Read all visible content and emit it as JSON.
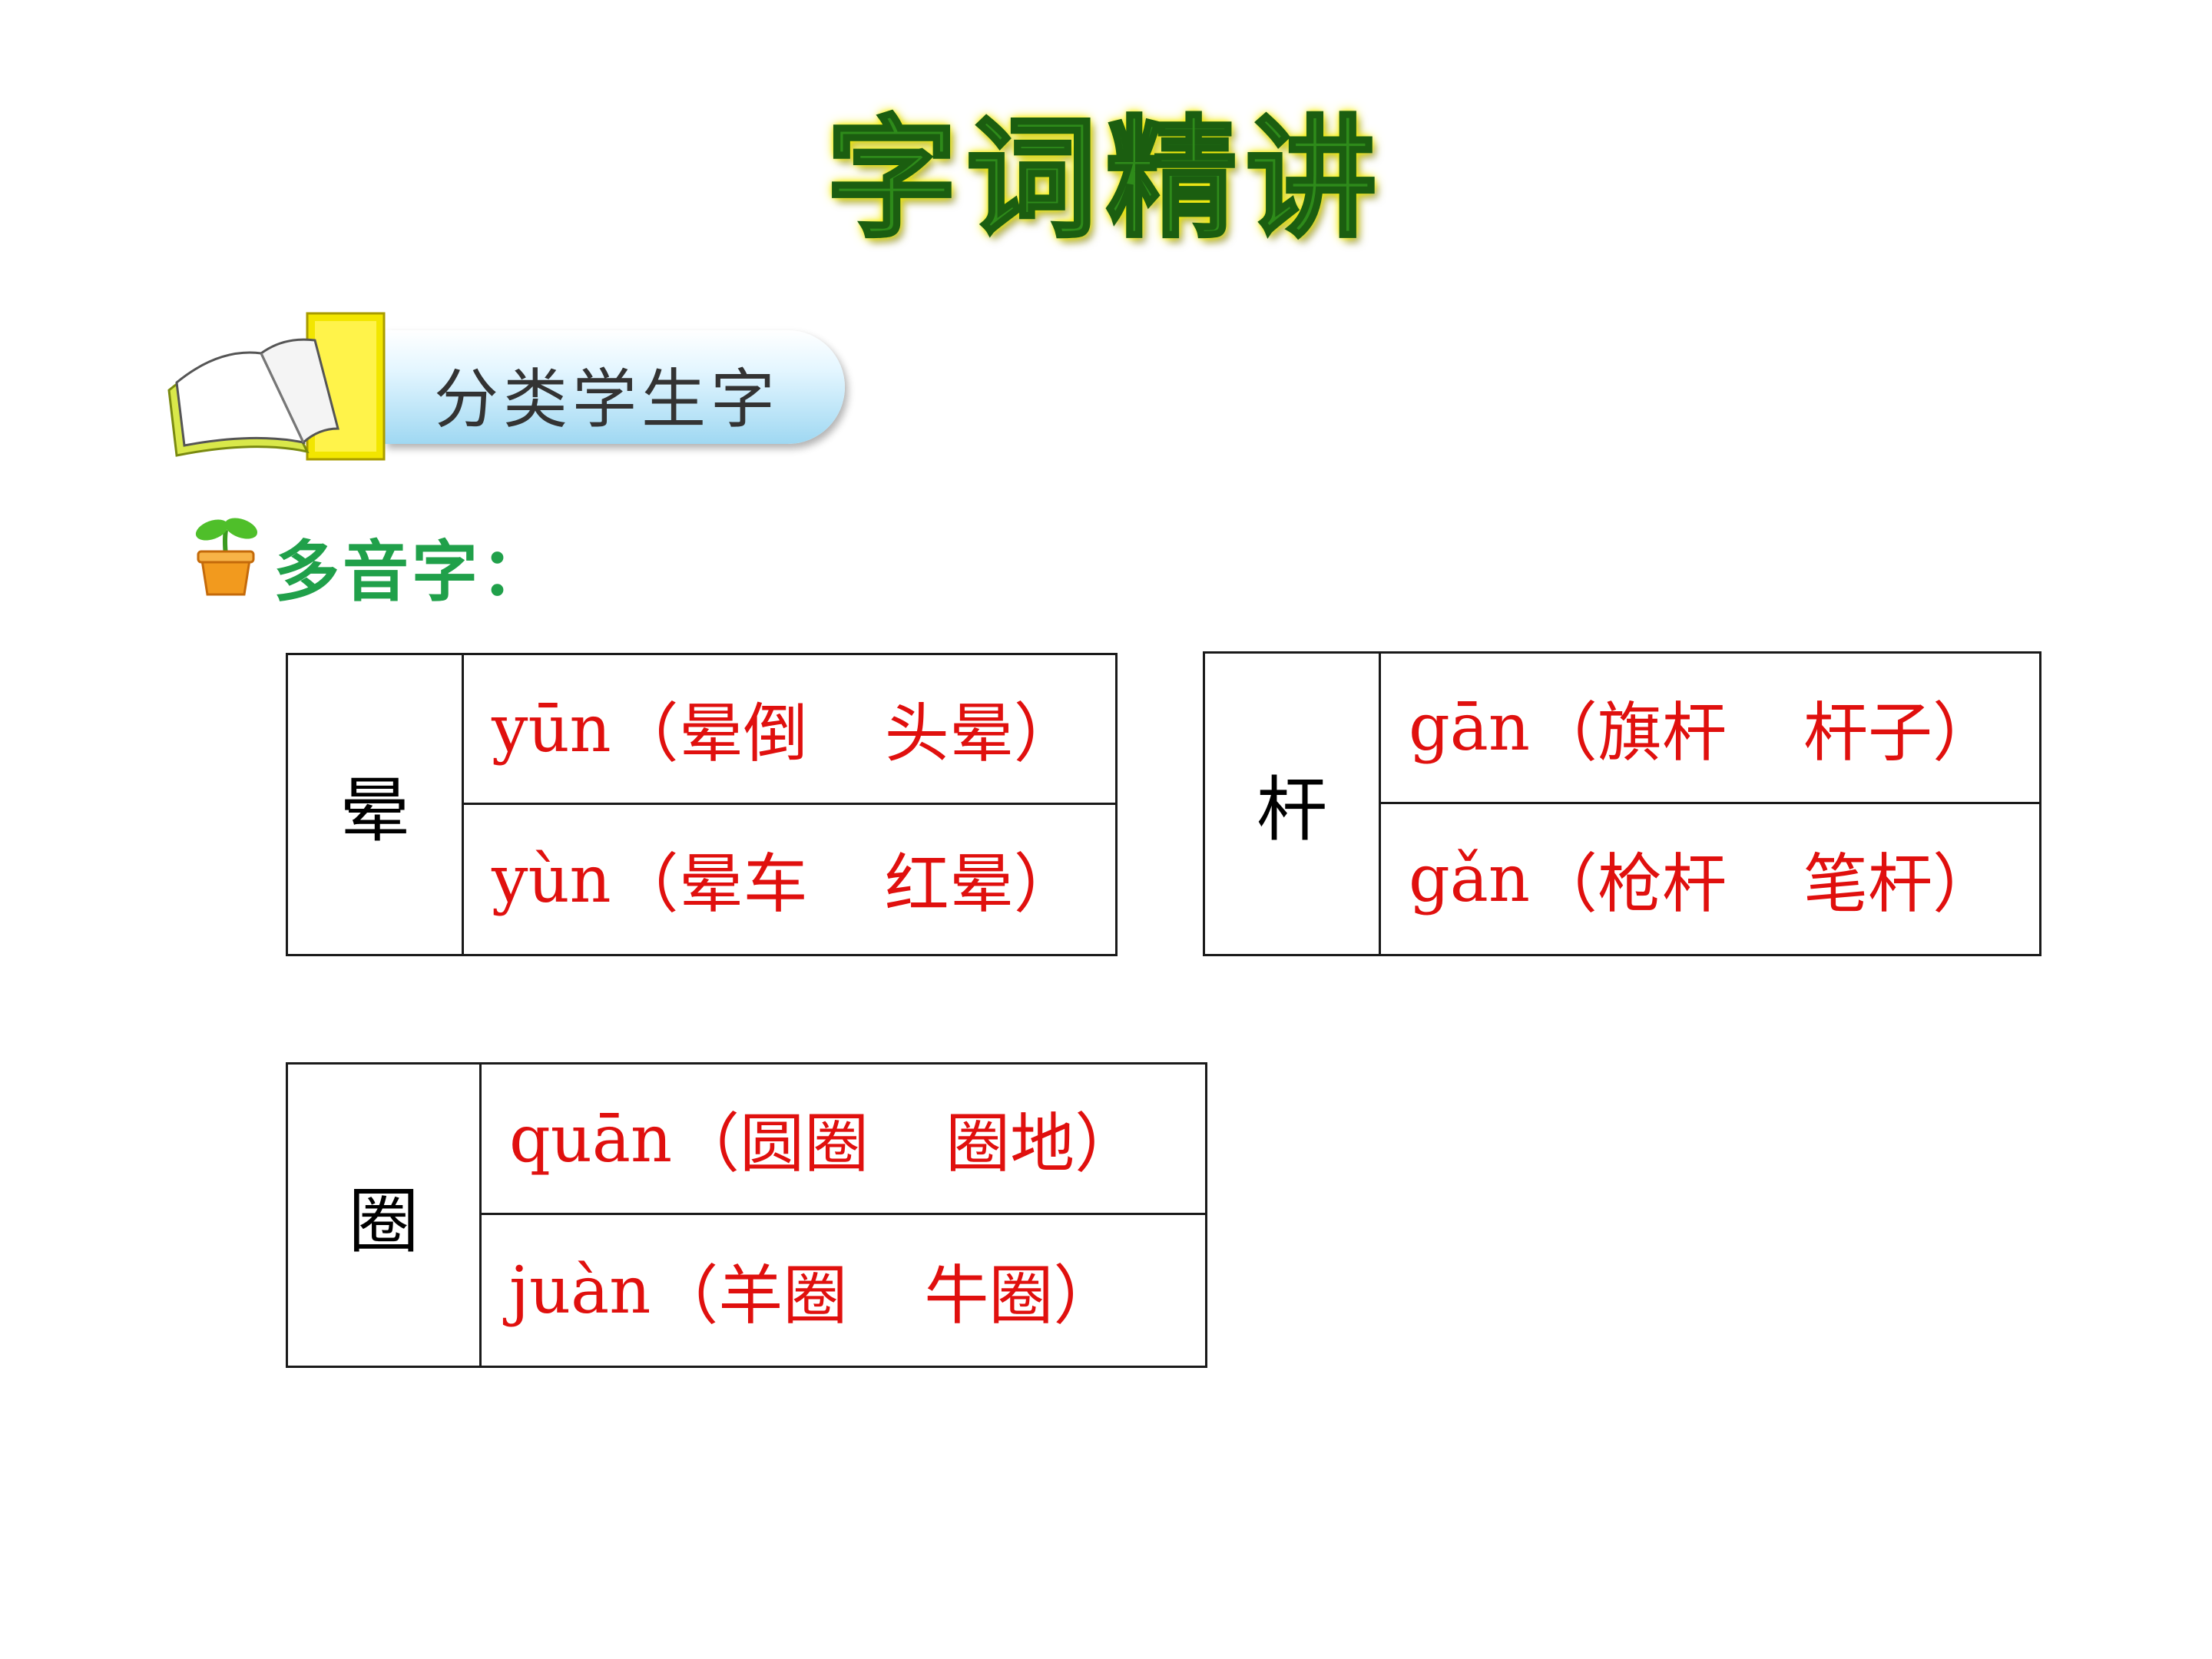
{
  "title": "字词精讲",
  "banner": {
    "label": "分类学生字",
    "icon": "open-book-icon"
  },
  "subheading": {
    "text": "多音字：",
    "icon": "sprout-pot-icon"
  },
  "colors": {
    "title_green": "#2e8b1a",
    "title_glow": "#f7f000",
    "subheading_green": "#20a04a",
    "reading_red": "#e0100e"
  },
  "tables": [
    {
      "char": "晕",
      "readings": [
        {
          "pinyin": "yūn",
          "open": "（",
          "word1": "晕倒",
          "word2": "头晕",
          "close": "）"
        },
        {
          "pinyin": "yùn",
          "open": "（",
          "word1": "晕车",
          "word2": "红晕",
          "close": "）"
        }
      ]
    },
    {
      "char": "杆",
      "readings": [
        {
          "pinyin": "gān",
          "open": "（",
          "word1": "旗杆",
          "word2": "杆子",
          "close": "）"
        },
        {
          "pinyin": "gǎn",
          "open": "（",
          "word1": "枪杆",
          "word2": "笔杆",
          "close": "）"
        }
      ]
    },
    {
      "char": "圈",
      "readings": [
        {
          "pinyin": "quān",
          "open": "（",
          "word1": "圆圈",
          "word2": "圈地",
          "close": "）"
        },
        {
          "pinyin": "juàn",
          "open": "（",
          "word1": "羊圈",
          "word2": "牛圈",
          "close": "）"
        }
      ]
    }
  ]
}
